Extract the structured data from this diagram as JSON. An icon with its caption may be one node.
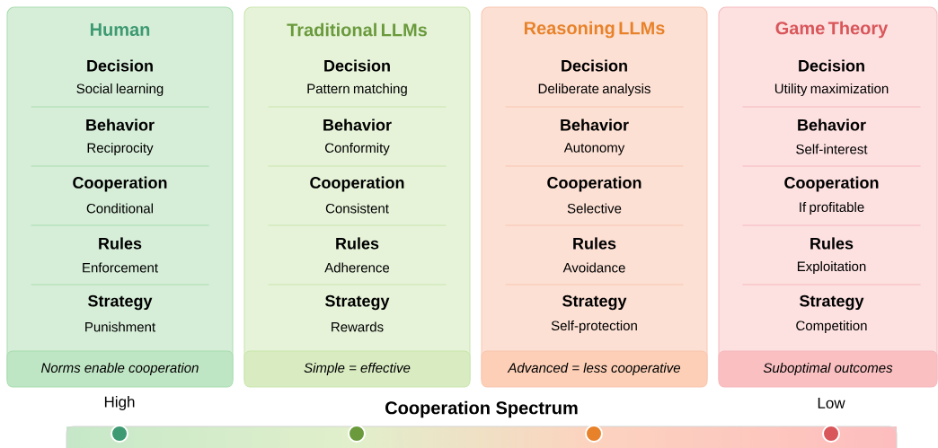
{
  "diagram": {
    "nodes": [
      {
        "text": [
          "Human",
          "Decision",
          "Social learning",
          "Behavior",
          "Reciprocity",
          "Cooperation",
          "Conditional",
          "Rules",
          "Enforcement",
          "Strategy",
          "Punishment"
        ]
      },
      {
        "text": [
          "Norms enable cooperation"
        ],
        "in": 0
      },
      {
        "text": [
          "Traditional LLMs",
          "Decision",
          "Pattern matching",
          "Behavior",
          "Conformity",
          "Cooperation",
          "Consistent",
          "Rules",
          "Adherence",
          "Strategy",
          "Rewards"
        ]
      },
      {
        "text": [
          "Simple = effective"
        ],
        "in": 2
      },
      {
        "text": [
          "Reasoning LLMs",
          "Decision",
          "Deliberate analysis",
          "Behavior",
          "Autonomy",
          "Cooperation",
          "Selective",
          "Rules",
          "Avoidance",
          "Strategy",
          "Self-protection"
        ]
      },
      {
        "text": [
          "Advanced = less cooperative"
        ],
        "in": 4
      },
      {
        "text": [
          "Game Theory",
          "Decision",
          "Utility maximization",
          "Behavior",
          "Self-interest",
          "Cooperation",
          "If profitable",
          "Rules",
          "Exploitation",
          "Strategy",
          "Competition"
        ]
      },
      {
        "text": [
          "Suboptimal outcomes"
        ],
        "in": 6
      }
    ],
    "labels": [
      "High",
      "Cooperation Spectrum",
      "Low"
    ]
  }
}
